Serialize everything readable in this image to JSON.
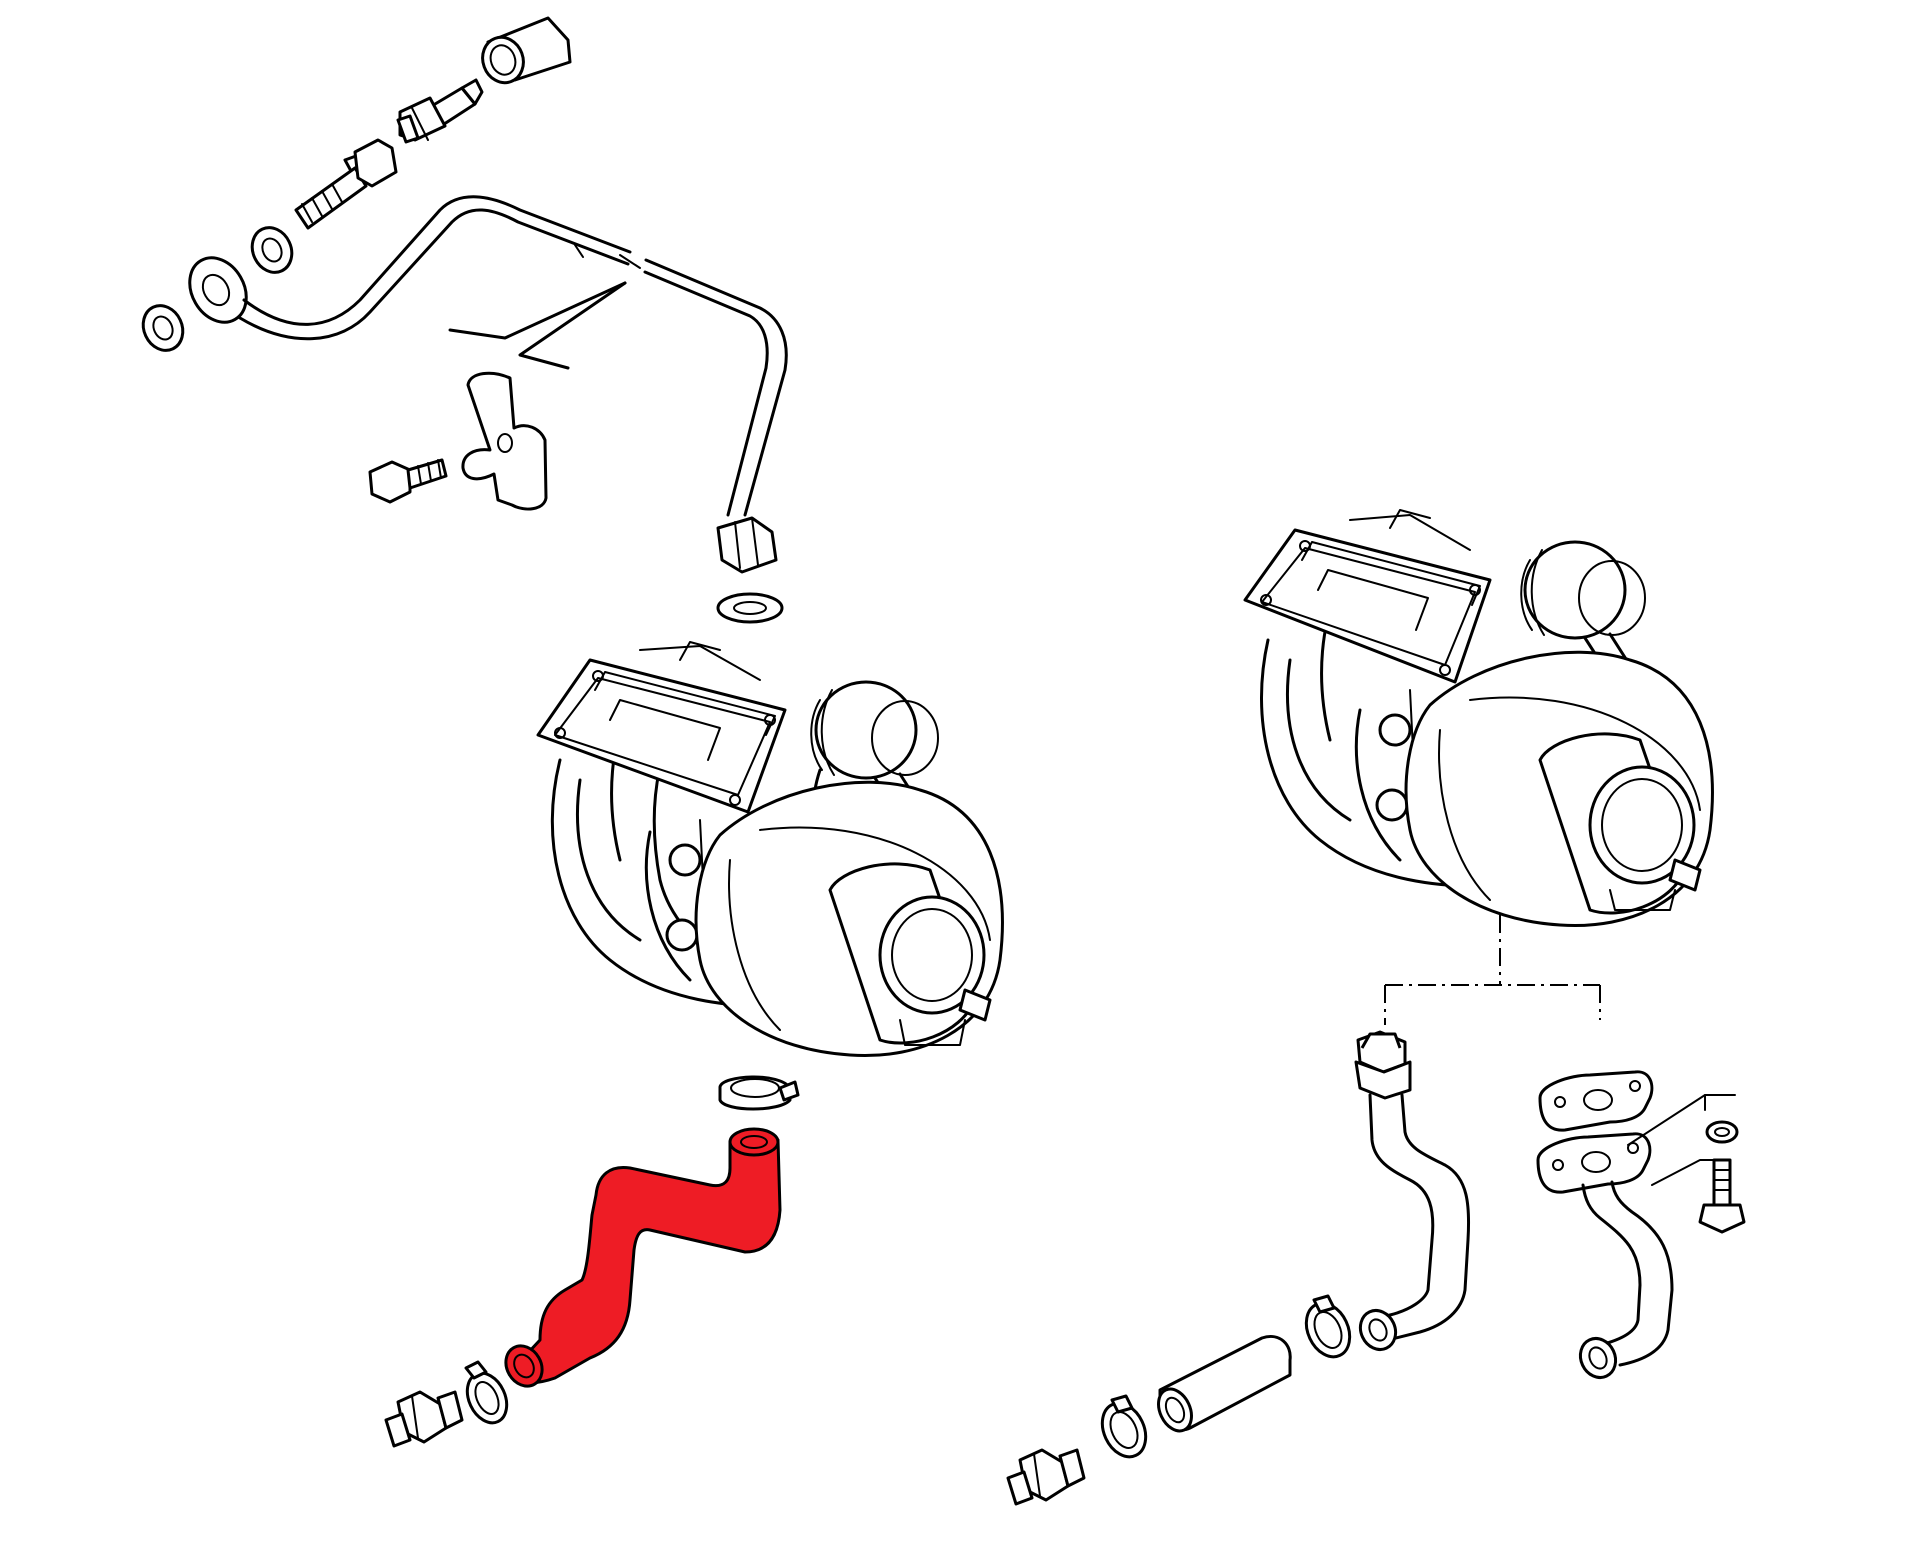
{
  "diagram": {
    "type": "exploded-parts-view",
    "colors": {
      "line": "#000000",
      "background": "#ffffff",
      "highlight": "#ee1c25"
    },
    "highlighted_part": "turbo-oil-return-hose",
    "icons": [
      "turbocharger",
      "oil-feed-pipe",
      "oil-return-hose",
      "hose-clamp",
      "banjo-bolt",
      "sealing-washer",
      "pipe-clip",
      "oil-pressure-sender",
      "gasket",
      "return-pipe",
      "hex-bolt"
    ]
  }
}
